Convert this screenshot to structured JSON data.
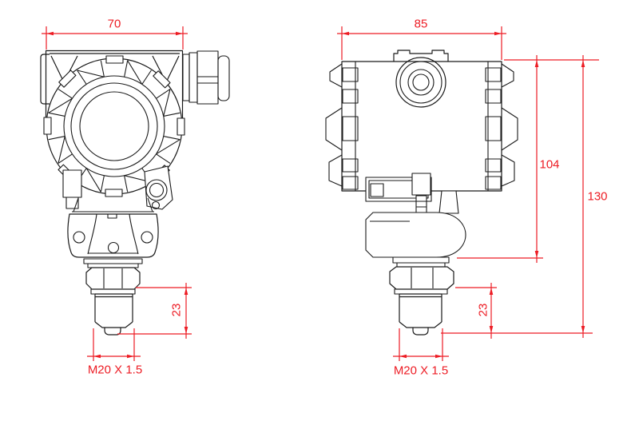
{
  "colors": {
    "dimension": "#ED1C24",
    "line": "#1A1A1A",
    "background": "#FFFFFF"
  },
  "front_view": {
    "width": "70",
    "thread_length": "23",
    "thread_spec": "M20 X 1.5"
  },
  "side_view": {
    "width": "85",
    "body_height": "104",
    "overall_height": "130",
    "thread_length": "23",
    "thread_spec": "M20 X 1.5"
  }
}
